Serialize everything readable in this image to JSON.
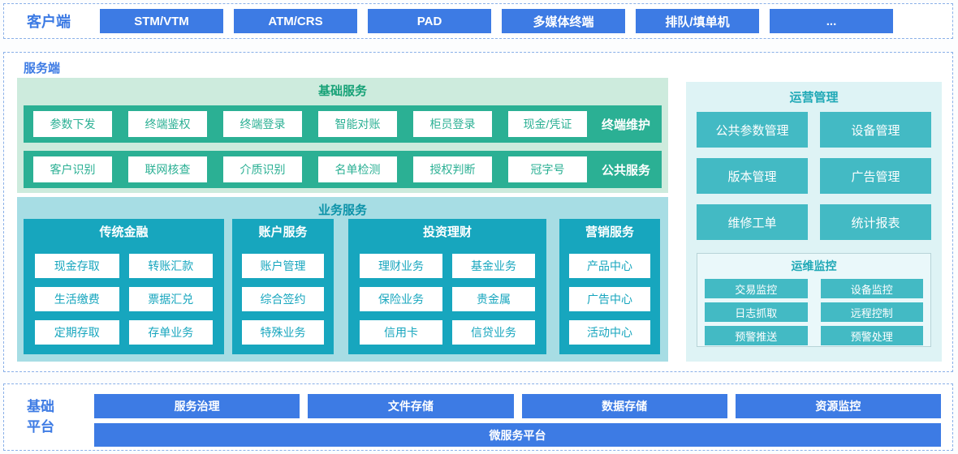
{
  "colors": {
    "blue": "#3d7be4",
    "mint_bg": "#cdebdd",
    "green_title": "#17a277",
    "teal": "#2bb094",
    "cyan_panel_bg": "#a7dde4",
    "cyan": "#17a6be",
    "cyan_title": "#0d93a9",
    "aqua_panel_bg": "#def3f5",
    "aqua": "#43bac4",
    "aqua_title": "#1fa8b6",
    "monitor_bg": "#eaf8fa",
    "monitor_border": "#b7d4d8"
  },
  "client": {
    "label": "客户端",
    "items": [
      "STM/VTM",
      "ATM/CRS",
      "PAD",
      "多媒体终端",
      "排队/填单机",
      "..."
    ]
  },
  "server": {
    "label": "服务端",
    "basic_services": {
      "title": "基础服务",
      "rows": [
        {
          "label": "终端维护",
          "items": [
            "参数下发",
            "终端鉴权",
            "终端登录",
            "智能对账",
            "柜员登录",
            "现金/凭证"
          ]
        },
        {
          "label": "公共服务",
          "items": [
            "客户识别",
            "联网核查",
            "介质识别",
            "名单检测",
            "授权判断",
            "冠字号"
          ]
        }
      ]
    },
    "business_services": {
      "title": "业务服务",
      "columns": [
        {
          "title": "传统金融",
          "items": [
            "现金存取",
            "转账汇款",
            "生活缴费",
            "票据汇兑",
            "定期存取",
            "存单业务"
          ]
        },
        {
          "title": "账户服务",
          "items": [
            "账户管理",
            "综合签约",
            "特殊业务"
          ]
        },
        {
          "title": "投资理财",
          "items": [
            "理财业务",
            "基金业务",
            "保险业务",
            "贵金属",
            "信用卡",
            "信贷业务"
          ]
        },
        {
          "title": "营销服务",
          "items": [
            "产品中心",
            "广告中心",
            "活动中心"
          ]
        }
      ]
    },
    "operations": {
      "title": "运营管理",
      "items": [
        "公共参数管理",
        "设备管理",
        "版本管理",
        "广告管理",
        "维修工单",
        "统计报表"
      ],
      "monitoring": {
        "title": "运维监控",
        "items": [
          "交易监控",
          "设备监控",
          "日志抓取",
          "远程控制",
          "预警推送",
          "预警处理"
        ]
      }
    }
  },
  "platform": {
    "label": "基础平台",
    "items": [
      "服务治理",
      "文件存储",
      "数据存储",
      "资源监控"
    ],
    "bottom_bar": "微服务平台"
  }
}
